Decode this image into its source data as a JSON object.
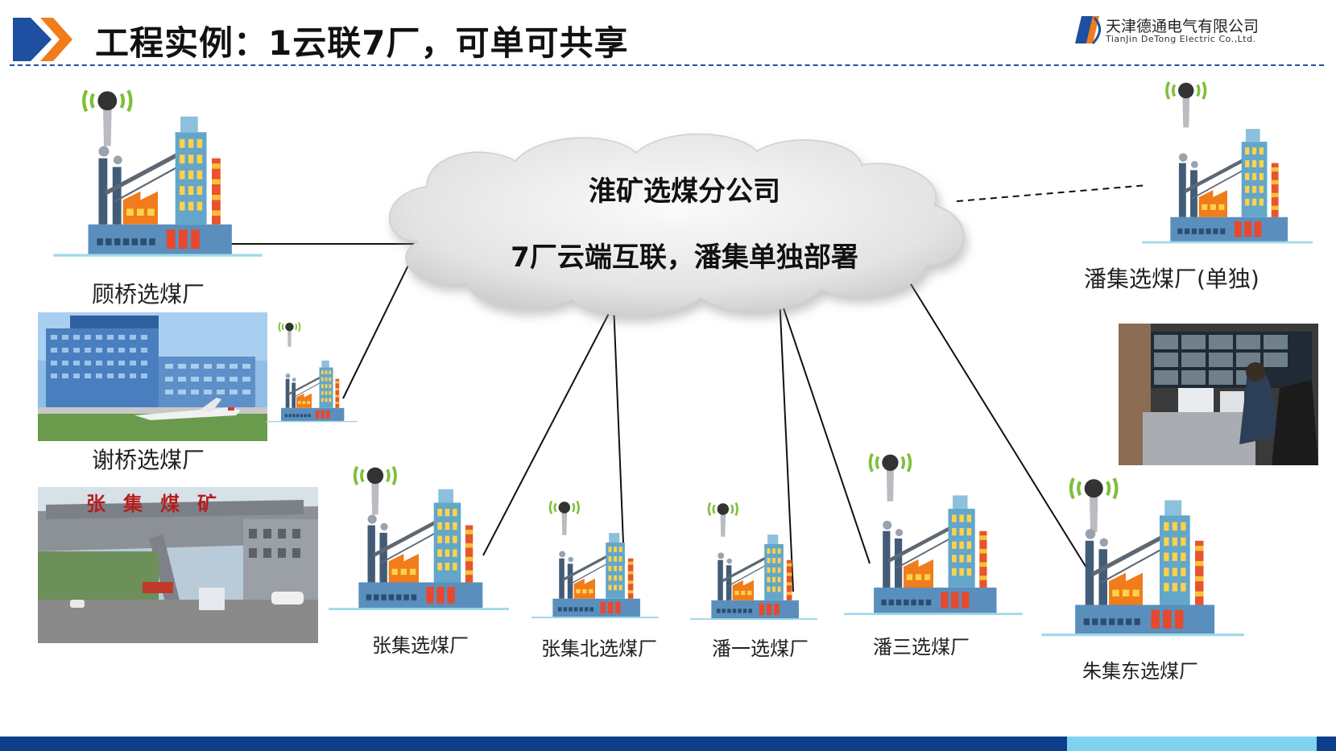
{
  "header": {
    "title": "工程实例：1云联7厂，可单可共享",
    "company_cn": "天津德通电气有限公司",
    "company_en": "TianJin DeTong Electric Co.,Ltd."
  },
  "cloud": {
    "title": "淮矿选煤分公司",
    "subtitle": "7厂云端互联，潘集单独部署"
  },
  "plants": [
    {
      "label": "顾桥选煤厂"
    },
    {
      "label": "谢桥选煤厂"
    },
    {
      "label": "张集选煤厂"
    },
    {
      "label": "张集北选煤厂"
    },
    {
      "label": "潘一选煤厂"
    },
    {
      "label": "潘三选煤厂"
    },
    {
      "label": "朱集东选煤厂"
    },
    {
      "label": "潘集选煤厂(单独)"
    }
  ],
  "photo_signs": {
    "zhangji_gate": "张集煤矿"
  },
  "colors": {
    "brand_blue": "#1e4fa0",
    "accent_orange": "#f07c1b",
    "footer_dark": "#0c3e8c",
    "footer_light": "#7fd3ee"
  }
}
